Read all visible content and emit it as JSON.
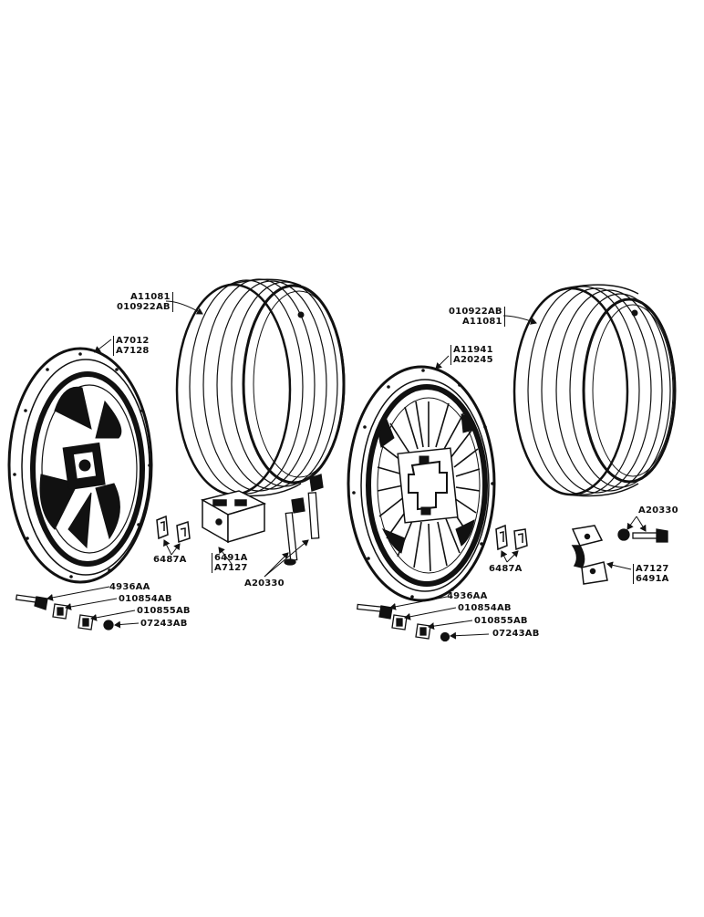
{
  "left_assembly": {
    "rim_labels": [
      "A11081",
      "010922AB"
    ],
    "center_labels": [
      "A7012",
      "A7128"
    ],
    "clip_label": "6487A",
    "clamp_labels": [
      "6491A",
      "A7127"
    ],
    "bolt_label": "A20330",
    "hardware_labels": [
      "4936AA",
      "010854AB",
      "010855AB",
      "07243AB"
    ]
  },
  "right_assembly": {
    "rim_labels": [
      "010922AB",
      "A11081"
    ],
    "center_labels": [
      "A11941",
      "A20245"
    ],
    "clip_label": "6487A",
    "bolt_label": "A20330",
    "clamp_labels": [
      "A7127",
      "6491A"
    ],
    "hardware_labels": [
      "4936AA",
      "010854AB",
      "010855AB",
      "07243AB"
    ]
  },
  "colors": {
    "ink": "#111111",
    "paper": "#ffffff"
  }
}
